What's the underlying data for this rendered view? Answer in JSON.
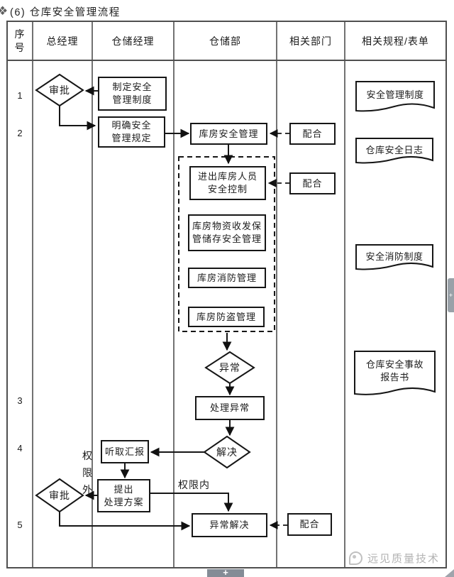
{
  "title": {
    "marker": "❖",
    "text": "(6) 仓库安全管理流程"
  },
  "table": {
    "headers": [
      "序号",
      "总经理",
      "仓储经理",
      "仓储部",
      "相关部门",
      "相关规程/表单"
    ],
    "row_numbers": [
      "1",
      "2",
      "3",
      "4",
      "5"
    ]
  },
  "nodes": {
    "approve1": "审批",
    "draft_system": [
      "制定安全",
      "管理制度"
    ],
    "clarify_rules": [
      "明确安全",
      "管理规定"
    ],
    "wh_safety": "库房安全管理",
    "cooperate1": "配合",
    "entry_exit": [
      "进出库房人员",
      "安全控制"
    ],
    "cooperate2": "配合",
    "material": [
      "库房物资收发保",
      "管储存安全管理"
    ],
    "fire": "库房消防管理",
    "theft": "库房防盗管理",
    "abnormal": "异常",
    "handle_abnormal": "处理异常",
    "resolved": "解决",
    "listen_report": "听取汇报",
    "propose_plan": [
      "提出",
      "处理方案"
    ],
    "approve2": "审批",
    "abnormal_resolved": "异常解决",
    "cooperate3": "配合"
  },
  "edge_labels": {
    "outside_authority": "权限外",
    "inside_authority": "权限内"
  },
  "documents": [
    "安全管理制度",
    "仓库安全日志",
    "安全消防制度",
    [
      "仓库安全事故",
      "报告书"
    ]
  ],
  "watermark": "远见质量技术",
  "ui": {
    "side_handle": "+",
    "bottom_handle": "+"
  },
  "colors": {
    "line": "#161616",
    "table_line": "#4f4f4f",
    "watermark": "#b3b3b3",
    "handle": "#99a1a8"
  }
}
